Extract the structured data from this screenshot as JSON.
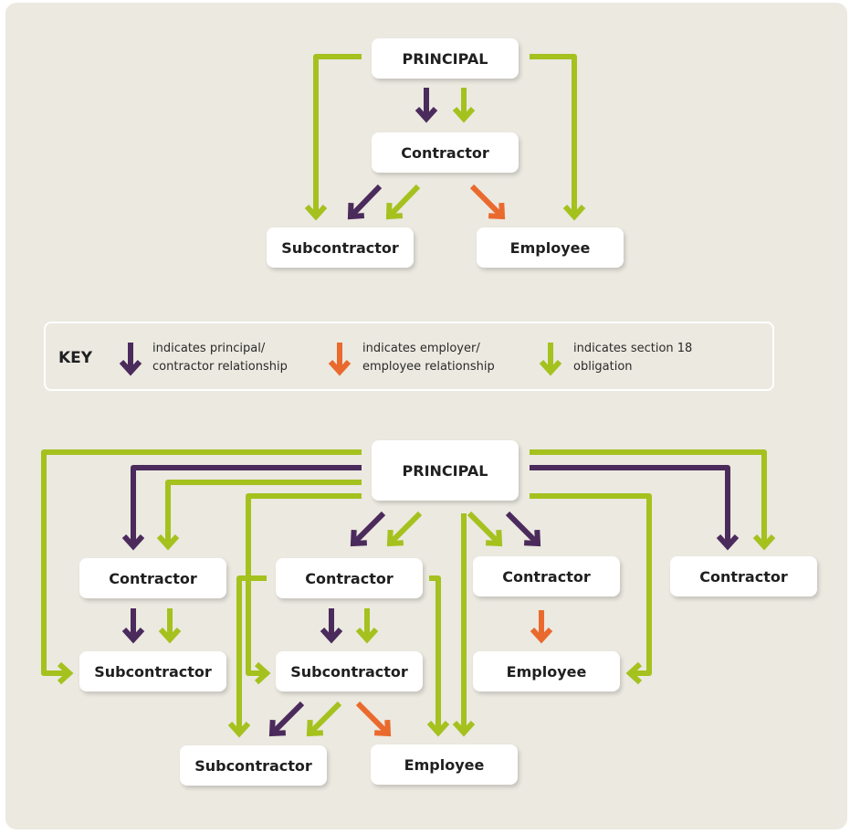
{
  "colors": {
    "background": "#ebe9e0",
    "principal_contractor": "#4b2a5c",
    "employer_employee": "#ea6a2e",
    "section18": "#a5c11e"
  },
  "diagram1": {
    "principal": "PRINCIPAL",
    "contractor": "Contractor",
    "subcontractor": "Subcontractor",
    "employee": "Employee"
  },
  "key": {
    "title": "KEY",
    "principal_contractor": [
      "indicates principal/",
      "contractor relationship"
    ],
    "employer_employee": [
      "indicates employer/",
      "employee relationship"
    ],
    "section18": [
      "indicates section 18",
      "obligation"
    ]
  },
  "diagram2": {
    "principal": "PRINCIPAL",
    "contractor_1": "Contractor",
    "contractor_2": "Contractor",
    "contractor_3": "Contractor",
    "contractor_4": "Contractor",
    "subcontractor_1": "Subcontractor",
    "subcontractor_2": "Subcontractor",
    "subcontractor_3": "Subcontractor",
    "employee_1": "Employee",
    "employee_2": "Employee"
  }
}
